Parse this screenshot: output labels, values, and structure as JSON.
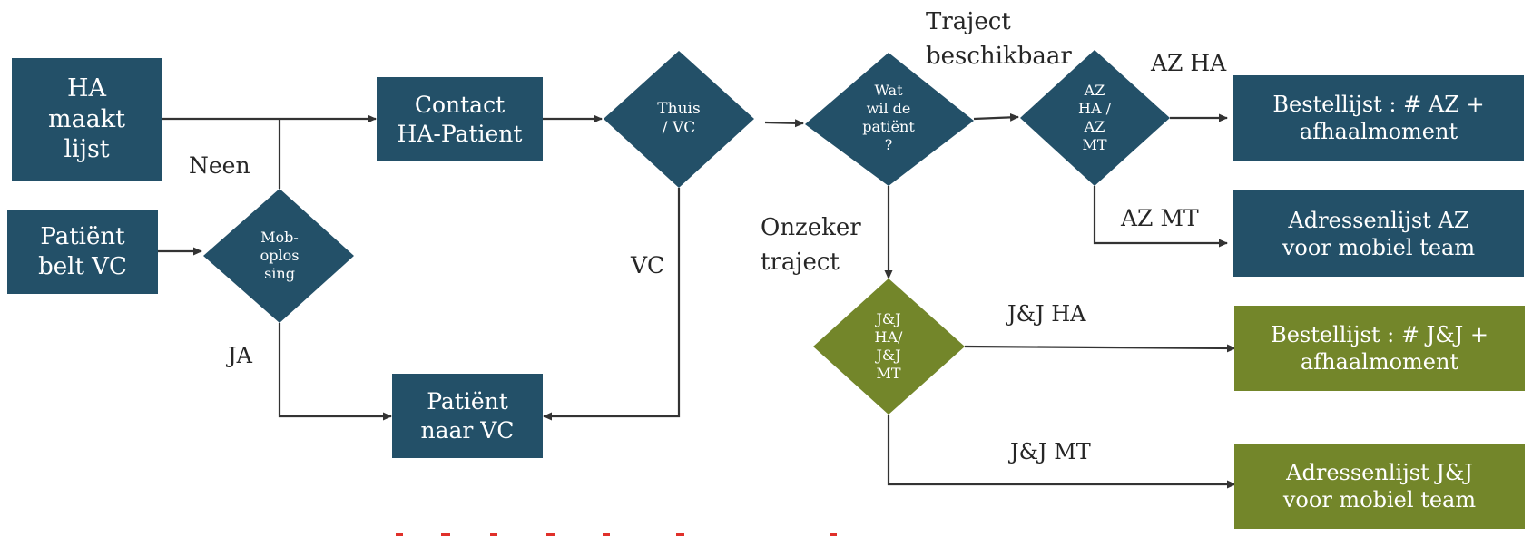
{
  "colors": {
    "blue": "#235068",
    "green": "#73862a",
    "line": "#333333"
  },
  "boxes": {
    "ha_list": [
      "HA",
      "maakt",
      "lijst"
    ],
    "patient_calls": [
      "Patiënt",
      "belt VC"
    ],
    "contact": [
      "Contact",
      "HA-Patient"
    ],
    "patient_to_vc": [
      "Patiënt",
      "naar VC"
    ],
    "order_az": [
      "Bestellijst : # AZ +",
      "afhaalmoment"
    ],
    "address_az": [
      "Adressenlijst AZ",
      "voor mobiel team"
    ],
    "order_jj": [
      "Bestellijst : # J&J +",
      "afhaalmoment"
    ],
    "address_jj": [
      "Adressenlijst J&J",
      "voor mobiel team"
    ]
  },
  "decisions": {
    "mob": [
      "Mob-",
      "oplos",
      "sing"
    ],
    "home_vc": [
      "Thuis",
      "/ VC"
    ],
    "what_patient": [
      "Wat",
      "wil de",
      "patiënt",
      "?"
    ],
    "az": [
      "AZ",
      "HA /",
      "AZ",
      "MT"
    ],
    "jj": [
      "J&J",
      "HA/",
      "J&J",
      "MT"
    ]
  },
  "labels": {
    "neen": "Neen",
    "ja": "JA",
    "vc": "VC",
    "traject_line1": "Traject",
    "traject_line2": "beschikbaar",
    "az_ha": "AZ HA",
    "az_mt": "AZ MT",
    "onzeker_line1": "Onzeker",
    "onzeker_line2": "traject",
    "jj_ha": "J&J HA",
    "jj_mt": "J&J MT"
  }
}
